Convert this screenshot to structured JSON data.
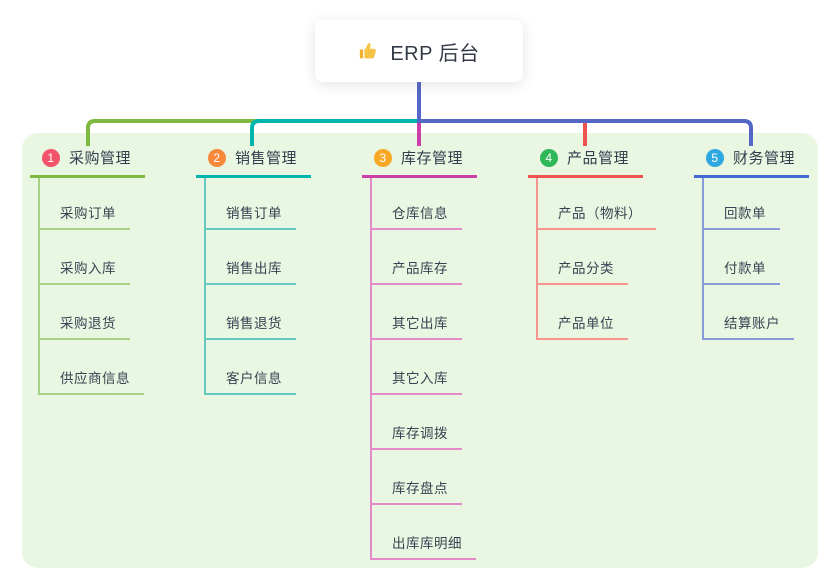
{
  "root": {
    "title": "ERP 后台",
    "icon": "thumbs-up-icon"
  },
  "connector": {
    "trunk_color": "#5567c6"
  },
  "panel": {
    "background": "#e9f6e1"
  },
  "branches": [
    {
      "badge": "1",
      "title": "采购管理",
      "badge_color": "#f2556b",
      "line_color": "#7cb93e",
      "light_color": "#a9d183",
      "children": [
        "采购订单",
        "采购入库",
        "采购退货",
        "供应商信息"
      ]
    },
    {
      "badge": "2",
      "title": "销售管理",
      "badge_color": "#f9893a",
      "line_color": "#00b5ad",
      "light_color": "#65c9c2",
      "children": [
        "销售订单",
        "销售出库",
        "销售退货",
        "客户信息"
      ]
    },
    {
      "badge": "3",
      "title": "库存管理",
      "badge_color": "#f9a825",
      "line_color": "#cc3fa8",
      "light_color": "#e38ac9",
      "children": [
        "仓库信息",
        "产品库存",
        "其它出库",
        "其它入库",
        "库存调拨",
        "库存盘点",
        "出库库明细"
      ]
    },
    {
      "badge": "4",
      "title": "产品管理",
      "badge_color": "#2fb858",
      "line_color": "#f0534f",
      "light_color": "#f79490",
      "children": [
        "产品（物料）",
        "产品分类",
        "产品单位"
      ]
    },
    {
      "badge": "5",
      "title": "财务管理",
      "badge_color": "#2ea8e0",
      "line_color": "#4468d4",
      "light_color": "#8a9bdb",
      "children": [
        "回款单",
        "付款单",
        "结算账户"
      ]
    }
  ]
}
